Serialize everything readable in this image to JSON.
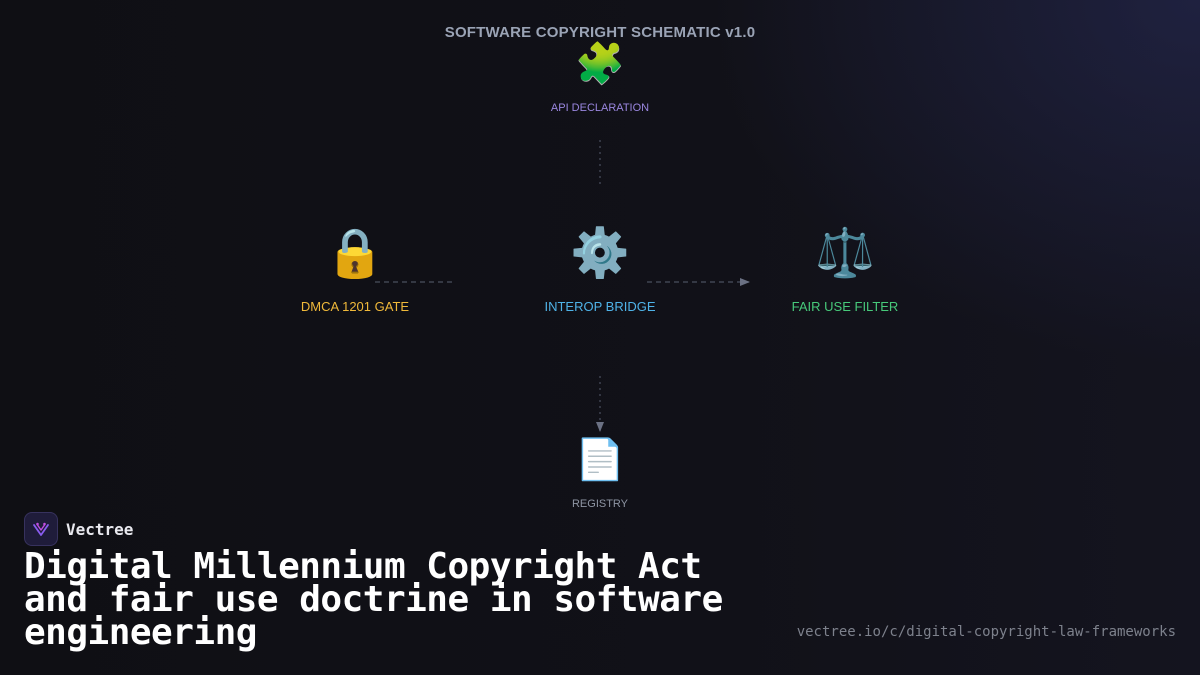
{
  "diagram": {
    "title": "SOFTWARE COPYRIGHT SCHEMATIC v1.0",
    "nodes": {
      "api": {
        "label": "API DECLARATION",
        "icon": "puzzle-piece-icon",
        "glyph": "🧩",
        "color": "#9b87e0"
      },
      "dmca": {
        "label": "DMCA 1201 GATE",
        "icon": "lock-icon",
        "glyph": "🔒",
        "color": "#f0b93a"
      },
      "interop": {
        "label": "INTEROP BRIDGE",
        "icon": "gear-icon",
        "glyph": "⚙️",
        "color": "#4fb3e8"
      },
      "fair": {
        "label": "FAIR USE FILTER",
        "icon": "balance-scale-icon",
        "glyph": "⚖️",
        "color": "#47c97a"
      },
      "registry": {
        "label": "REGISTRY",
        "icon": "document-icon",
        "glyph": "📄",
        "color": "#8e95a3"
      }
    },
    "edges": [
      {
        "from": "api",
        "to": "interop",
        "style": "dotted",
        "arrow": false
      },
      {
        "from": "dmca",
        "to": "interop",
        "style": "dashed",
        "arrow": false
      },
      {
        "from": "interop",
        "to": "fair",
        "style": "dashed",
        "arrow": true
      },
      {
        "from": "interop",
        "to": "registry",
        "style": "dotted",
        "arrow": true
      }
    ]
  },
  "brand": {
    "name": "Vectree",
    "logo_icon": "vectree-logo-icon"
  },
  "headline": "Digital Millennium Copyright Act and fair use doctrine in software engineering",
  "url": "vectree.io/c/digital-copyright-law-frameworks"
}
